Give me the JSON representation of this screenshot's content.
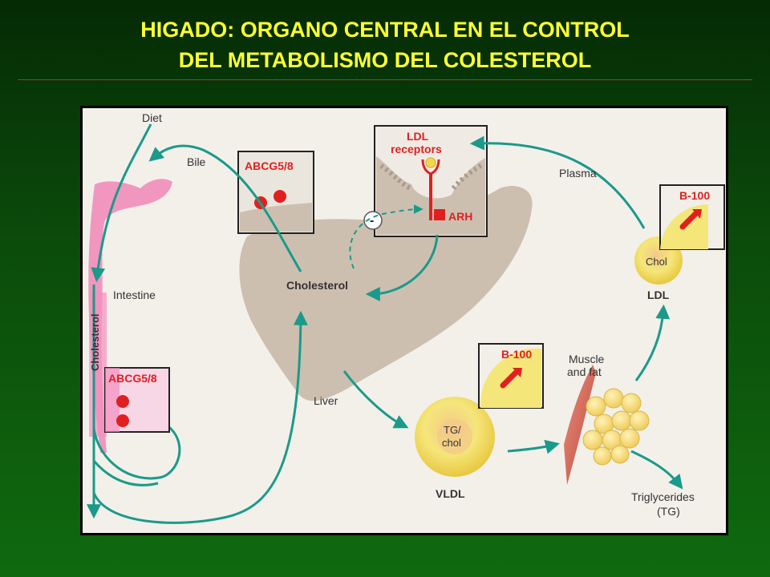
{
  "title": {
    "line1": "HIGADO: ORGANO CENTRAL EN EL CONTROL",
    "line2": "DEL METABOLISMO DEL COLESTEROL"
  },
  "diagram": {
    "diet": "Diet",
    "bile": "Bile",
    "abcg_top": "ABCG5/8",
    "abcg_intestine": "ABCG5/8",
    "ldl_receptors_1": "LDL",
    "ldl_receptors_2": "receptors",
    "arh": "ARH",
    "minus": "-",
    "plasma": "Plasma",
    "b100_ldl": "B-100",
    "chol": "Chol",
    "ldl": "LDL",
    "intestine": "Intestine",
    "cholesterol_vertical": "Cholesterol",
    "cholesterol_liver": "Cholesterol",
    "liver": "Liver",
    "b100_vldl": "B-100",
    "muscle_1": "Muscle",
    "muscle_2": "and fat",
    "tg_1": "TG/",
    "tg_2": "chol",
    "vldl": "VLDL",
    "triglycerides_1": "Triglycerides",
    "triglycerides_2": "(TG)"
  },
  "colors": {
    "title": "#ffff33",
    "arrow": "#1a9a8a",
    "red": "#e02020",
    "liver": "#cdbfb0",
    "intestine": "#f07ab0",
    "lipoprotein": "#f5e67a"
  }
}
